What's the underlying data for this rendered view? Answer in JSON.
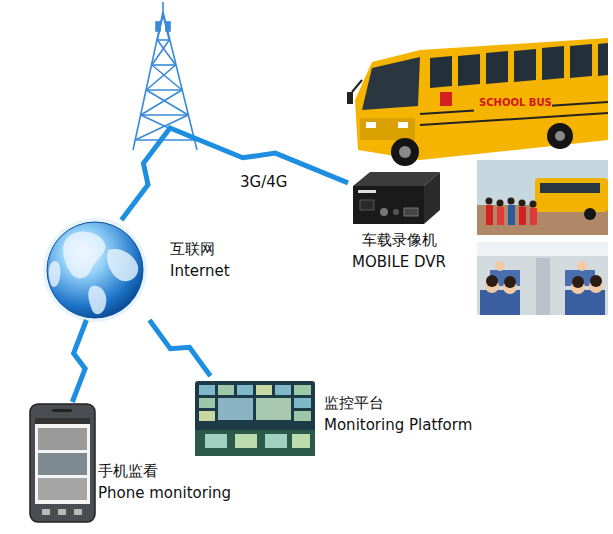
{
  "diagram": {
    "nodes": [
      {
        "text": [
          "互联网",
          "Internet"
        ]
      },
      {
        "text": [
          "车载录像机",
          "MOBILE DVR"
        ]
      },
      {
        "text": [
          "监控平台",
          "Monitoring Platform"
        ]
      },
      {
        "text": [
          "手机监看",
          "Phone monitoring"
        ]
      }
    ],
    "edges": [
      {
        "from": 1,
        "to": 0,
        "arrow": "none",
        "label": "3G/4G"
      },
      {
        "from": 0,
        "to": 2,
        "arrow": "none"
      },
      {
        "from": 0,
        "to": 3,
        "arrow": "none"
      }
    ],
    "labels": [
      "SCHOOL BUS"
    ]
  }
}
